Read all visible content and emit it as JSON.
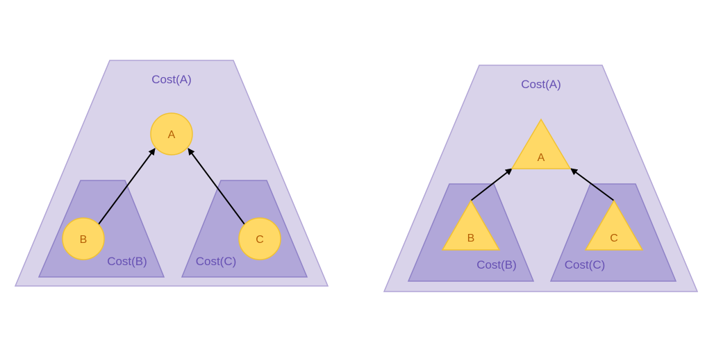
{
  "left_tree": {
    "outer_label": "Cost(A)",
    "left_sub_label": "Cost(B)",
    "right_sub_label": "Cost(C)",
    "nodes": {
      "a": "A",
      "b": "B",
      "c": "C"
    }
  },
  "right_tree": {
    "outer_label": "Cost(A)",
    "left_sub_label": "Cost(B)",
    "right_sub_label": "Cost(C)",
    "nodes": {
      "a": "A",
      "b": "B",
      "c": "C"
    }
  },
  "colors": {
    "outer_fill": "#d9d3ea",
    "inner_fill": "#b1a7d9",
    "node_fill": "#ffd966",
    "label_text": "#6650b3",
    "node_text": "#b45f06"
  }
}
